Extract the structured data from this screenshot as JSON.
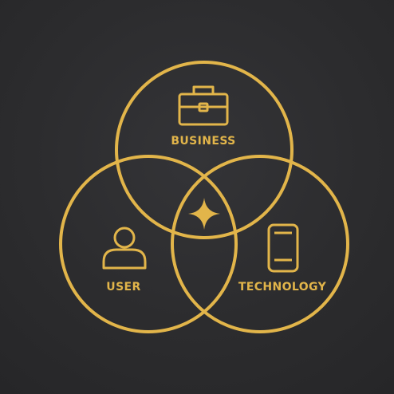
{
  "colors": {
    "background": "#2d2d2f",
    "accent": "#e2b54a"
  },
  "diagram": {
    "circles": [
      {
        "id": "business",
        "label": "BUSINESS",
        "icon": "briefcase-icon"
      },
      {
        "id": "user",
        "label": "USER",
        "icon": "user-icon"
      },
      {
        "id": "technology",
        "label": "TECHNOLOGY",
        "icon": "smartphone-icon"
      }
    ],
    "center_icon": "sparkle-icon"
  }
}
